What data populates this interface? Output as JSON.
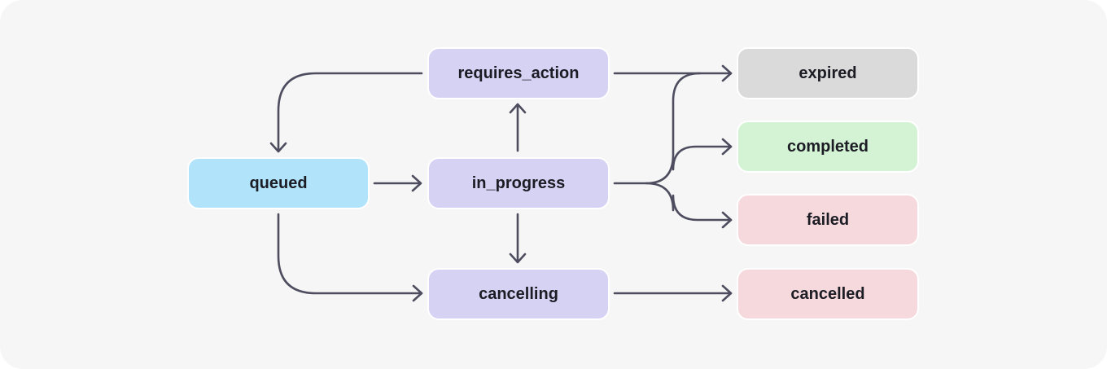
{
  "colors": {
    "background": "#f6f6f6",
    "edge": "#4e4d5f",
    "queued": "#b1e4fb",
    "active": "#d6d2f4",
    "expired": "#dadada",
    "completed": "#d4f3d5",
    "failed": "#f6d9dd",
    "cancelled": "#f6d9dd"
  },
  "nodes": {
    "queued": "queued",
    "requires_action": "requires_action",
    "in_progress": "in_progress",
    "cancelling": "cancelling",
    "expired": "expired",
    "completed": "completed",
    "failed": "failed",
    "cancelled": "cancelled"
  },
  "edges": [
    {
      "from": "queued",
      "to": "in_progress"
    },
    {
      "from": "queued",
      "to": "cancelling"
    },
    {
      "from": "requires_action",
      "to": "queued"
    },
    {
      "from": "in_progress",
      "to": "requires_action"
    },
    {
      "from": "in_progress",
      "to": "cancelling"
    },
    {
      "from": "in_progress",
      "to": "expired"
    },
    {
      "from": "in_progress",
      "to": "completed"
    },
    {
      "from": "in_progress",
      "to": "failed"
    },
    {
      "from": "requires_action",
      "to": "expired"
    },
    {
      "from": "cancelling",
      "to": "cancelled"
    }
  ]
}
